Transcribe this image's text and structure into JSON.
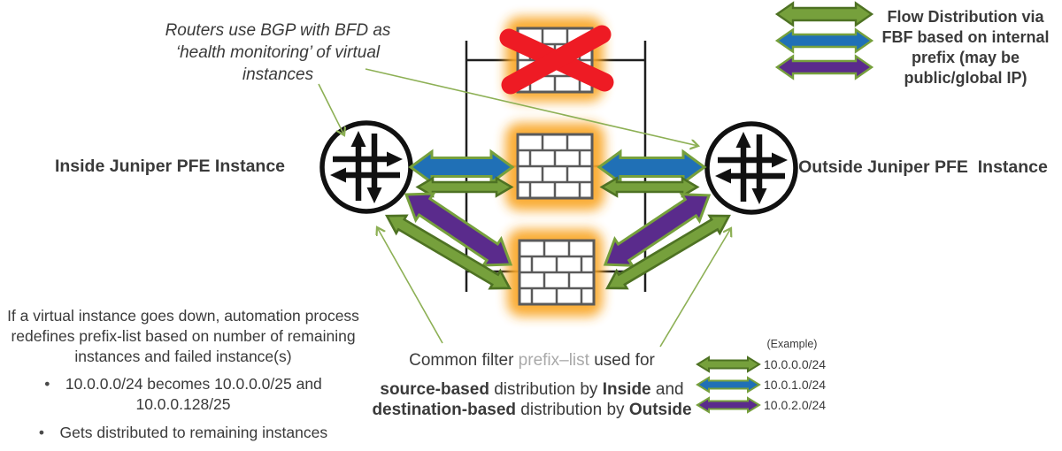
{
  "colors": {
    "green": "#76A03C",
    "green_dark": "#4E7223",
    "blue": "#2070B6",
    "purple": "#5A2B8C",
    "orange_glow": "#F9A82C",
    "red_x": "#EE1B24",
    "ink": "#3A3A3A",
    "gray_text": "#A9A9A9",
    "leader_green": "#8DB055",
    "line_black": "#1F1F1F",
    "mortar": "#5A5A5A"
  },
  "annotation": {
    "text": "Routers use BGP with BFD as ‘health monitoring’ of virtual instances"
  },
  "nodes": {
    "inside_label": "Inside Juniper PFE Instance",
    "outside_label": "Outside Juniper PFE  Instance"
  },
  "legend": {
    "text": "Flow Distribution via FBF based on internal prefix (may be public/global IP)",
    "arrow_colors": [
      "green",
      "blue",
      "purple"
    ]
  },
  "failover_note": {
    "paragraph": "If a virtual instance goes down, automation process redefines prefix-list based on number of remaining instances and failed instance(s)",
    "bullets": [
      "10.0.0.0/24 becomes 10.0.0.0/25 and 10.0.0.128/25",
      "Gets distributed to remaining instances"
    ]
  },
  "common_filter": {
    "line1": [
      {
        "t": "Common filter "
      },
      {
        "t": "prefix–list",
        "c": "gray"
      },
      {
        "t": " used for"
      }
    ],
    "line2": [
      {
        "t": "source-based",
        "b": true
      },
      {
        "t": " distribution by "
      },
      {
        "t": "Inside",
        "b": true
      },
      {
        "t": " and"
      }
    ],
    "line3": [
      {
        "t": "destination-based",
        "b": true
      },
      {
        "t": " distribution by "
      },
      {
        "t": "Outside",
        "b": true
      }
    ]
  },
  "example": {
    "title": "(Example)",
    "rows": [
      {
        "color": "green",
        "label": "10.0.0.0/24"
      },
      {
        "color": "blue",
        "label": "10.0.1.0/24"
      },
      {
        "color": "purple",
        "label": "10.0.2.0/24"
      }
    ]
  }
}
